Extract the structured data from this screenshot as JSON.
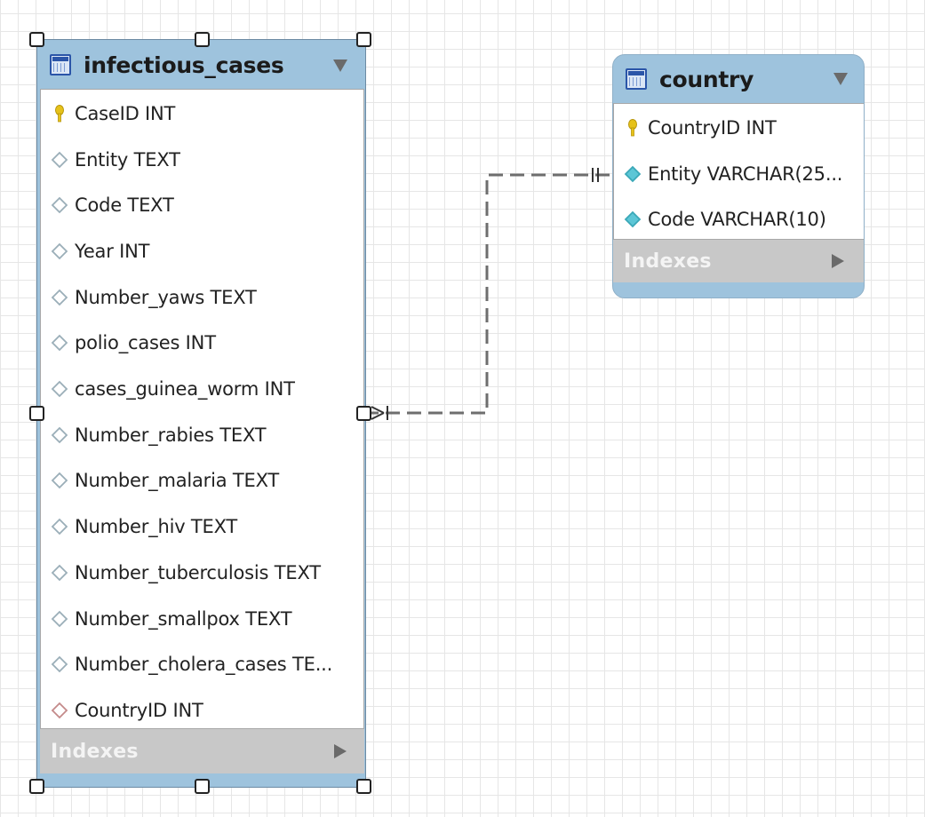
{
  "tables": [
    {
      "name": "infectious_cases",
      "columns": [
        {
          "text": "CaseID INT",
          "kind": "pk"
        },
        {
          "text": "Entity TEXT",
          "kind": "plain"
        },
        {
          "text": "Code TEXT",
          "kind": "plain"
        },
        {
          "text": "Year INT",
          "kind": "plain"
        },
        {
          "text": "Number_yaws TEXT",
          "kind": "plain"
        },
        {
          "text": "polio_cases INT",
          "kind": "plain"
        },
        {
          "text": "cases_guinea_worm INT",
          "kind": "plain"
        },
        {
          "text": "Number_rabies TEXT",
          "kind": "plain"
        },
        {
          "text": "Number_malaria TEXT",
          "kind": "plain"
        },
        {
          "text": "Number_hiv TEXT",
          "kind": "plain"
        },
        {
          "text": "Number_tuberculosis TEXT",
          "kind": "plain"
        },
        {
          "text": "Number_smallpox TEXT",
          "kind": "plain"
        },
        {
          "text": "Number_cholera_cases TE...",
          "kind": "plain"
        },
        {
          "text": "CountryID INT",
          "kind": "fk"
        }
      ],
      "indexes_label": "Indexes",
      "selected": true
    },
    {
      "name": "country",
      "columns": [
        {
          "text": "CountryID INT",
          "kind": "pk"
        },
        {
          "text": "Entity VARCHAR(25...",
          "kind": "notnull"
        },
        {
          "text": "Code VARCHAR(10)",
          "kind": "notnull"
        }
      ],
      "indexes_label": "Indexes",
      "selected": false
    }
  ],
  "relationship": {
    "from": "infectious_cases",
    "to": "country",
    "style": "dashed",
    "from_cardinality": "many",
    "to_cardinality": "one"
  },
  "colors": {
    "header": "#9ec3dd",
    "key_icon": "#e6c21a",
    "plain_icon": "#9aaeb8",
    "notnull_icon": "#5cc6d6",
    "fk_icon": "#c48a8a",
    "indexes_bar": "#c8c8c8",
    "connector": "#6e6e6e"
  }
}
